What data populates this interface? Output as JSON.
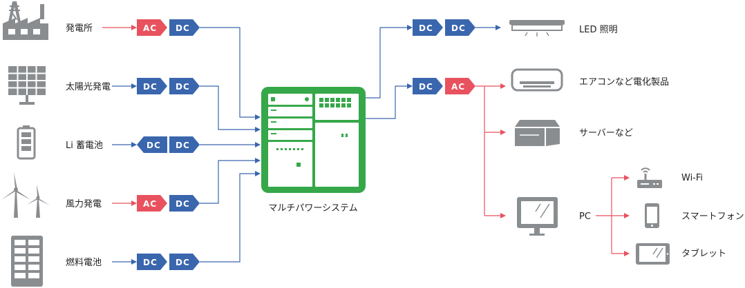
{
  "colors": {
    "ac": "#e8525e",
    "dc": "#3a66ae",
    "line_blue": "#3a66ae",
    "line_red": "#e8525e",
    "system_green": "#36a84a",
    "icon_gray": "#8a8d90"
  },
  "sources": [
    {
      "label": "発電所",
      "icon": "factory-icon",
      "converters": [
        "AC",
        "DC"
      ]
    },
    {
      "label": "太陽光発電",
      "icon": "solar-panel-icon",
      "converters": [
        "DC",
        "DC"
      ]
    },
    {
      "label": "Li 蓄電池",
      "icon": "battery-icon",
      "converters": [
        "DC",
        "DC"
      ]
    },
    {
      "label": "風力発電",
      "icon": "wind-turbine-icon",
      "converters": [
        "AC",
        "DC"
      ]
    },
    {
      "label": "燃料電池",
      "icon": "fuel-cell-icon",
      "converters": [
        "DC",
        "DC"
      ]
    }
  ],
  "system": {
    "label": "マルチパワーシステム",
    "icon": "power-system-icon"
  },
  "outputs": {
    "led": {
      "label": "LED 照明",
      "icon": "led-light-icon",
      "converters": [
        "DC",
        "DC"
      ]
    },
    "ac_line": {
      "converters": [
        "DC",
        "AC"
      ]
    },
    "aircon": {
      "label": "エアコンなど電化製品",
      "icon": "air-conditioner-icon"
    },
    "server": {
      "label": "サーバーなど",
      "icon": "server-icon"
    },
    "pc": {
      "label": "PC",
      "icon": "monitor-icon"
    },
    "wifi": {
      "label": "Wi-Fi",
      "icon": "wifi-router-icon"
    },
    "smartphone": {
      "label": "スマートフォン",
      "icon": "smartphone-icon"
    },
    "tablet": {
      "label": "タブレット",
      "icon": "tablet-icon"
    }
  }
}
